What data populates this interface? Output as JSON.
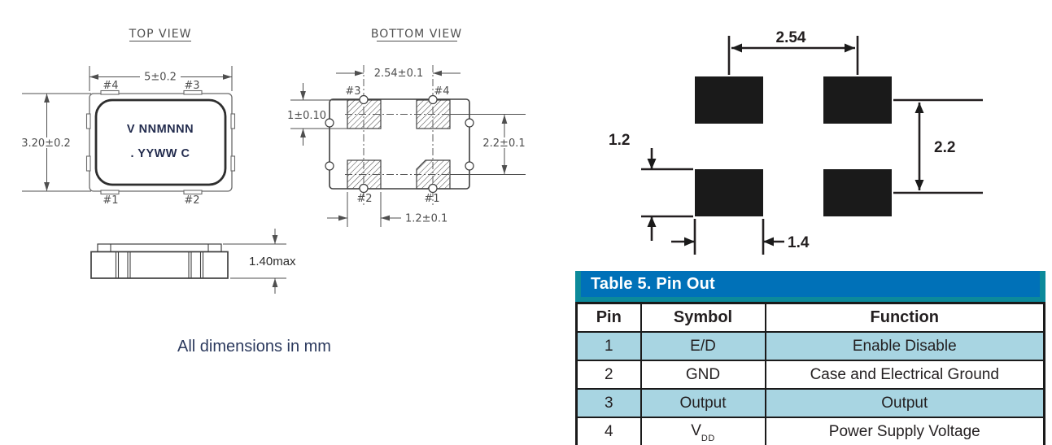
{
  "theme": {
    "header_blue": "#0071b8",
    "accent_teal": "#0c8a9b",
    "row_alt_blue": "#a8d5e2",
    "table_border": "#1a1a1a",
    "ink_black": "#231f20",
    "cad_gray": "#4f4f4f",
    "marking_navy": "#232c4e",
    "note_color": "#2c3a5e"
  },
  "drawing": {
    "top_view": {
      "title": "TOP VIEW",
      "width_dim": "5±0.2",
      "height_dim": "3.20±0.2",
      "pin_top_left": "#4",
      "pin_top_right": "#3",
      "pin_bottom_left": "#1",
      "pin_bottom_right": "#2",
      "marking_line1": "V NNMNNN",
      "marking_line2": ". YYWW C"
    },
    "bottom_view": {
      "title": "BOTTOM VIEW",
      "pitch_dim": "2.54±0.1",
      "pad_length_dim": "1±0.10",
      "row_pitch_dim": "2.2±0.1",
      "pad_width_dim": "1.2±0.1",
      "pin_top_left": "#3",
      "pin_top_right": "#4",
      "pin_bottom_left": "#2",
      "pin_bottom_right": "#1"
    },
    "side_view": {
      "height_dim": "1.40max"
    },
    "note": "All dimensions in mm"
  },
  "land_pattern": {
    "pad_pitch_x": "2.54",
    "pad_height": "1.2",
    "pad_pitch_y": "2.2",
    "pad_width": "1.4"
  },
  "pin_table": {
    "title": "Table 5. Pin Out",
    "columns": [
      "Pin",
      "Symbol",
      "Function"
    ],
    "rows": [
      {
        "pin": "1",
        "symbol": "E/D",
        "function": "Enable Disable"
      },
      {
        "pin": "2",
        "symbol": "GND",
        "function": "Case and Electrical Ground"
      },
      {
        "pin": "3",
        "symbol": "Output",
        "function": "Output"
      },
      {
        "pin": "4",
        "symbol_base": "V",
        "symbol_sub": "DD",
        "function": "Power Supply Voltage"
      }
    ]
  }
}
